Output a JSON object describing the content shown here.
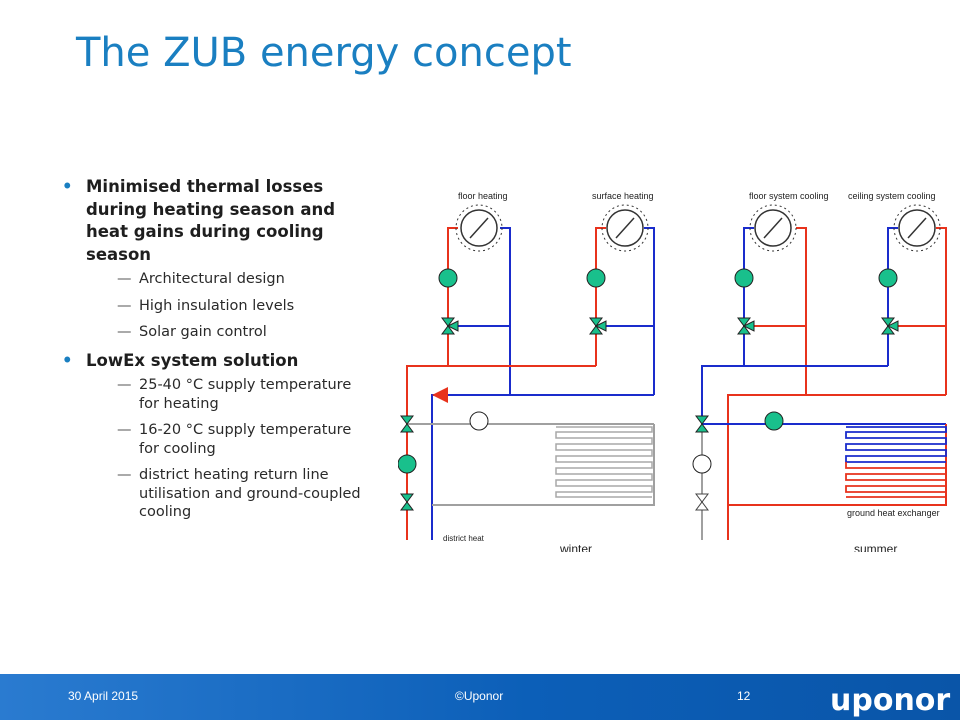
{
  "title": "The ZUB energy concept",
  "bullets": [
    {
      "text": "Minimised thermal losses during heating season and heat gains during cooling season",
      "subitems": [
        "Architectural design",
        "High insulation levels",
        "Solar gain control"
      ]
    },
    {
      "text": "LowEx system solution",
      "subitems": [
        "25-40 °C supply temperature for heating",
        "16-20 °C supply temperature for cooling",
        "district heating return line utilisation and ground-coupled cooling"
      ]
    }
  ],
  "diagram": {
    "labels": {
      "floor_heating": "floor heating",
      "surface_heating": "surface heating",
      "floor_system_cooling": "floor system cooling",
      "ceiling_system_cooling": "ceiling system cooling",
      "district_heat": "district heat",
      "winter": "winter",
      "summer": "summer",
      "ground_heat_exchanger": "ground heat exchanger"
    },
    "colors": {
      "supply": "#e8321c",
      "return": "#1a2ccc",
      "ground": "#9a9a9a",
      "pump": "#19c08c"
    }
  },
  "footer": {
    "date": "30 April 2015",
    "copyright": "©Uponor",
    "page": "12",
    "logo": "uponor"
  }
}
